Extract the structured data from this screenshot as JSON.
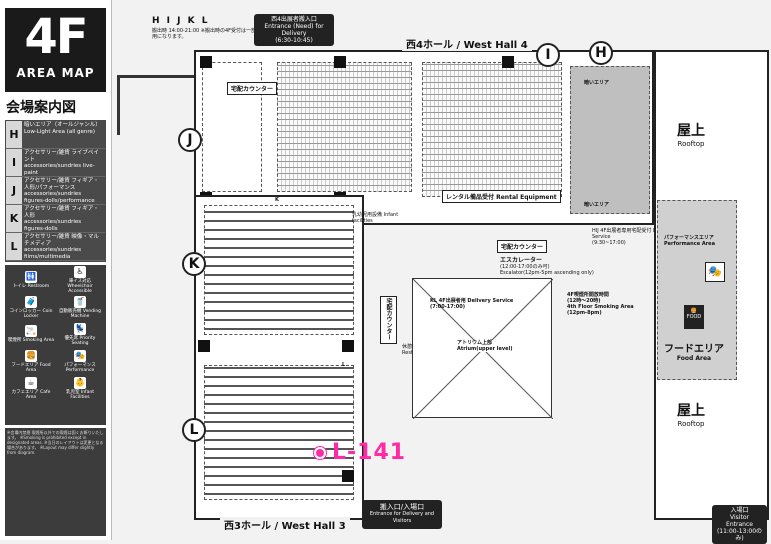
{
  "header": {
    "title_big": "4F",
    "title_sub": "AREA MAP",
    "subtitle": "会場案内図"
  },
  "legend": [
    {
      "letter": "H",
      "ja": "暗いエリア（オールジャンル）",
      "en": "Low-Light Area (all genre)"
    },
    {
      "letter": "I",
      "ja": "アクセサリー/雑貨 ライブペイント",
      "en": "accessories/sundries live-paint"
    },
    {
      "letter": "J",
      "ja": "アクセサリー/雑貨 フィギア・人形/パフォーマンス",
      "en": "accessories/sundries figures-dolls/performance"
    },
    {
      "letter": "K",
      "ja": "アクセサリー/雑貨 フィギア・人形",
      "en": "accessories/sundries figures-dolls"
    },
    {
      "letter": "L",
      "ja": "アクセサリー/雑貨 映像・マルチメディア",
      "en": "accessories/sundries films/multimedia"
    }
  ],
  "facilities": [
    {
      "icon": "🚻",
      "label": "トイレ Restroom"
    },
    {
      "icon": "♿",
      "label": "車イス対応 Wheelchair Accessible"
    },
    {
      "icon": "🧳",
      "label": "コインロッカー Coin Locker"
    },
    {
      "icon": "🥤",
      "label": "自動販売機 Vending Machine"
    },
    {
      "icon": "🚬",
      "label": "喫煙所 Smoking Area"
    },
    {
      "icon": "💺",
      "label": "優先席 Priority Seating"
    },
    {
      "icon": "🍔",
      "label": "フードエリア Food Area"
    },
    {
      "icon": "🎭",
      "label": "パフォーマンス Performance"
    },
    {
      "icon": "☕",
      "label": "カフェエリア Cafe Area"
    },
    {
      "icon": "👶",
      "label": "乳児室 Infant Facilities"
    }
  ],
  "notes_text": "※会場内禁煙 喫煙所以外での喫煙は固くお断りいたします。 ※Smoking is prohibited except in designated areas. ※当日のレイアウトは変更となる場合があります。 ※Layout may differ slightly from diagram.",
  "map": {
    "top_entrance_title": "西4出展者搬入口",
    "top_entrance_en": "Entrance (Need) for Delivery",
    "top_entrance_time": "(6:30-10:45)",
    "top_letters": "H I J K L",
    "top_letters_note": "搬出時 14:00-21:00 ※搬出時の4F受付は一部利用になります。",
    "hall_west4": "西4ホール / West Hall 4",
    "hall_west3": "西3ホール / West Hall 3",
    "takuhai_1": "宅配カウンター",
    "takuhai_2": "宅配カウンター",
    "takuhai_3": "宅配カウンター",
    "rental": "レンタル備品受付",
    "rental_en": "Rental Equipment",
    "dark_area_top": "暗いエリア",
    "dark_area_bottom": "暗いエリア",
    "delivery_service_hij": "HIJ 4F出展者専用宅配受付 Delivery Service",
    "delivery_service_hij_time": "(9:30~17:00)",
    "delivery_kl": "KL 4F出展者用 Delivery Service",
    "delivery_kl_time": "(7:00-17:00)",
    "escalator": "エスカレーター",
    "escalator_time": "(12:00-17:00のみ可)",
    "escalator_note": "Escalator(12pm-5pm ascending only)",
    "smoking_title": "4F喫煙所開放時間",
    "smoking_time": "(12時～20時)",
    "smoking_en": "4th Floor Smoking Area",
    "smoking_en_time": "(12pm-8pm)",
    "atrium": "アトリウム上部",
    "atrium_en": "Atrium(upper level)",
    "rest_space": "休憩スペース",
    "rest_space_en": "Rest Space",
    "infant": "乳幼児用設備 Infant facilities",
    "rooftop_top": "屋上",
    "rooftop_top_en": "Rooftop",
    "rooftop_bottom": "屋上",
    "rooftop_bottom_en": "Rooftop",
    "performance_area": "パフォーマンスエリア",
    "performance_area_en": "Performance Area",
    "food_area": "フードエリア",
    "food_area_en": "Food Area",
    "food_badge": "FOOD",
    "entrance_main": "搬入口/入場口",
    "entrance_main_en": "Entrance for Delivery and Visitors",
    "entrance_visitor": "入場口",
    "entrance_visitor_en": "Visitor Entrance",
    "entrance_visitor_time": "(11:00-13:00のみ)",
    "highlight_booth": "L-141",
    "circle_h_top": "H",
    "circle_i_top": "I",
    "circle_j": "J",
    "circle_k": "K",
    "circle_l": "L",
    "k_letter": "K",
    "l_letter": "L",
    "hij_small": "HIJ",
    "kl_small": "KL"
  }
}
